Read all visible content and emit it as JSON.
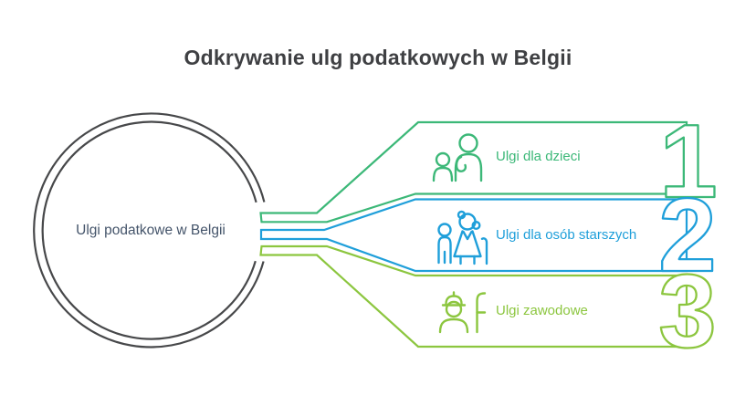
{
  "title": "Odkrywanie ulg podatkowych w Belgii",
  "title_color": "#3f4043",
  "hub": {
    "label": "Ulgi podatkowe w Belgii",
    "outline_color": "#47484a",
    "text_color": "#44546a"
  },
  "branches": [
    {
      "number": "1",
      "label": "Ulgi dla dzieci",
      "color": "#3cb878",
      "icon": "children-icon"
    },
    {
      "number": "2",
      "label": "Ulgi dla osób starszych",
      "color": "#1f9fda",
      "icon": "elderly-person-and-child-icon"
    },
    {
      "number": "3",
      "label": "Ulgi zawodowe",
      "color": "#8cc63f",
      "icon": "worker-icon"
    }
  ]
}
